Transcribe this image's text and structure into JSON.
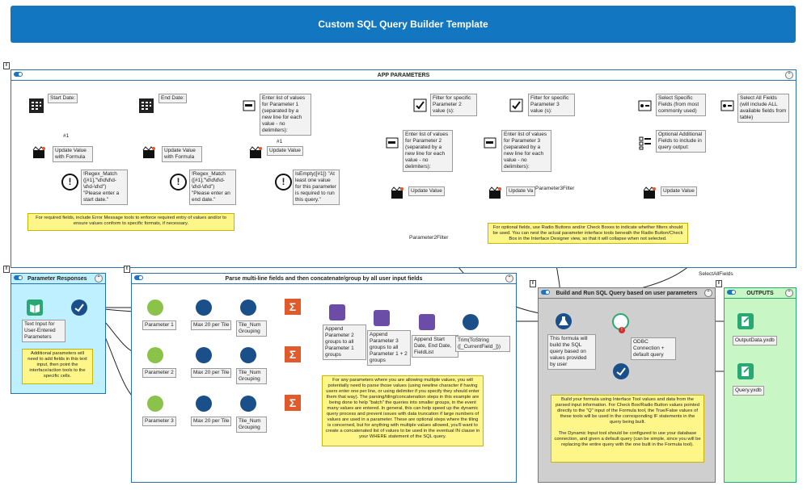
{
  "title": "Custom SQL Query Builder Template",
  "containers": {
    "app_parameters": "APP PARAMETERS",
    "parameter_responses": "Parameter Responses",
    "parse": "Parse multi-line fields and then concatenate/group by all user input fields",
    "build": "Build and Run SQL Query based on user parameters",
    "outputs": "OUTPUTS"
  },
  "app": {
    "start_date": "Start Date:",
    "end_date": "End Date:",
    "enter_list_p1": "Enter list of values for Parameter 1 (separated by a new line for each value - no delimiters):",
    "filter_p2": "Filter for specific Parameter 2 value (s):",
    "filter_p3": "Filter for specific Parameter 3 value (s):",
    "select_fields": "Select Specific Fields (from most commonly used)",
    "select_all": "Select All Fields (will include ALL available fields from table)",
    "enter_list_p2": "Enter list of values for Parameter 2 (separated by a new line for each value - no delimiters):",
    "enter_list_p3": "Enter list of values for Parameter 3 (separated by a new line for each value - no delimiters):",
    "optional_fields": "Optional Additional Fields to include in query output:",
    "update_formula_1": "Update Value with Formula",
    "update_formula_2": "Update Value with Formula",
    "update_value_1": "Update Value",
    "update_value_2": "Update Value",
    "update_value_3": "Update Va",
    "update_value_4": "Update Value",
    "regex_start": "!Regex_Match ([#1],\"\\d\\d\\d\\d-\\d\\d-\\d\\d\") \"Please enter a start date.\"",
    "regex_end": "!Regex_Match ([#1],\"\\d\\d\\d\\d-\\d\\d-\\d\\d\") \"Please enter an end date.\"",
    "isempty": "IsEmpty([#1]) \"At least one value for this parameter is required to run this query.\"",
    "note_required": "For required fields, include Error Message tools to enforce required entry of values and/or to ensure values conform to specific formats, if necessary.",
    "note_optional": "For optional fields, use Radio Buttons and/or Check Boxes to indicate whether filters should be used. You can nest the actual parameter interface tools beneath the Radio Button/Check Box in the Interface Designer view, so that it will collapse when not selected.",
    "hash1": "#1",
    "hash1b": "#1"
  },
  "connections": {
    "param2filter": "Parameter2Filter",
    "param3filter": "Parameter3Filter",
    "selectallfields": "SelectAllFields"
  },
  "responses": {
    "text_input": "Text Input for User-Entered Parameters",
    "note": "Additional parameters will need to add fields in this text input, then point the interface/action tools to the specific cells."
  },
  "parse": {
    "p1": "Parameter 1",
    "p2": "Parameter 2",
    "p3": "Parameter 3",
    "max1": "Max 20 per Tile",
    "max2": "Max 20 per Tile",
    "max3": "Max 20 per Tile",
    "tile1": "Tile_Num Grouping",
    "tile2": "Tile_Num Grouping",
    "tile3": "Tile_Num Grouping",
    "append1": "Append Parameter 2 groups to all Parameter 1 groups",
    "append2": "Append Parameter 3 groups to all Parameter 1 + 2 groups",
    "append3": "Append Start Date, End Date, FieldList",
    "trim": "Trim(ToString ([_CurrentField_]))",
    "note": "For any parameters where you are allowing multiple values, you will potentially need to parse those values (using newline character if having users enter one per line, or using delimiter if you specify they should enter them that way). The parsing/tiling/concatenation steps in this example are being done to help \"batch\" the queries into smaller groups, in the event many values are entered. In general, this can help speed up the dynamic query process and prevent issues with data truncation if large numbers of values are used in a parameter. These are optional steps where the tiling is concerned, but for anything with multiple values allowed, you'll want to create a concatenated list of values to be used in the eventual IN clause in your WHERE statement of the SQL query."
  },
  "build": {
    "formula": "This formula will build the SQL query based on values provided by user",
    "odbc": "ODBC Connection + default query",
    "note": "Build your formula using Interface Tool values and data from the parsed input information. For Check Box/Radio Button values pointed directly to the \"Q\" input of the Formula tool, the True/False values of these tools will be used in the corresponding IF statements in the query being built.\n\nThe Dynamic Input tool should be configured to use your database connection, and given a default query (can be simple, since you will be replacing the entire query with the one built in the Formula tool)."
  },
  "outputs": {
    "out1": "OutputData.yxdb",
    "out2": "Query.yxdb"
  },
  "colors": {
    "title_bg": "#1277c0",
    "input_green": "#2aa873",
    "prep_blue": "#1a4f8a",
    "join_purple": "#6b4ca6",
    "summarize_orange": "#e05a2b",
    "error_black": "#111111",
    "responses_bg": "#bff0ff",
    "build_bg": "#cfcfcf",
    "outputs_bg": "#c8f7c5"
  }
}
